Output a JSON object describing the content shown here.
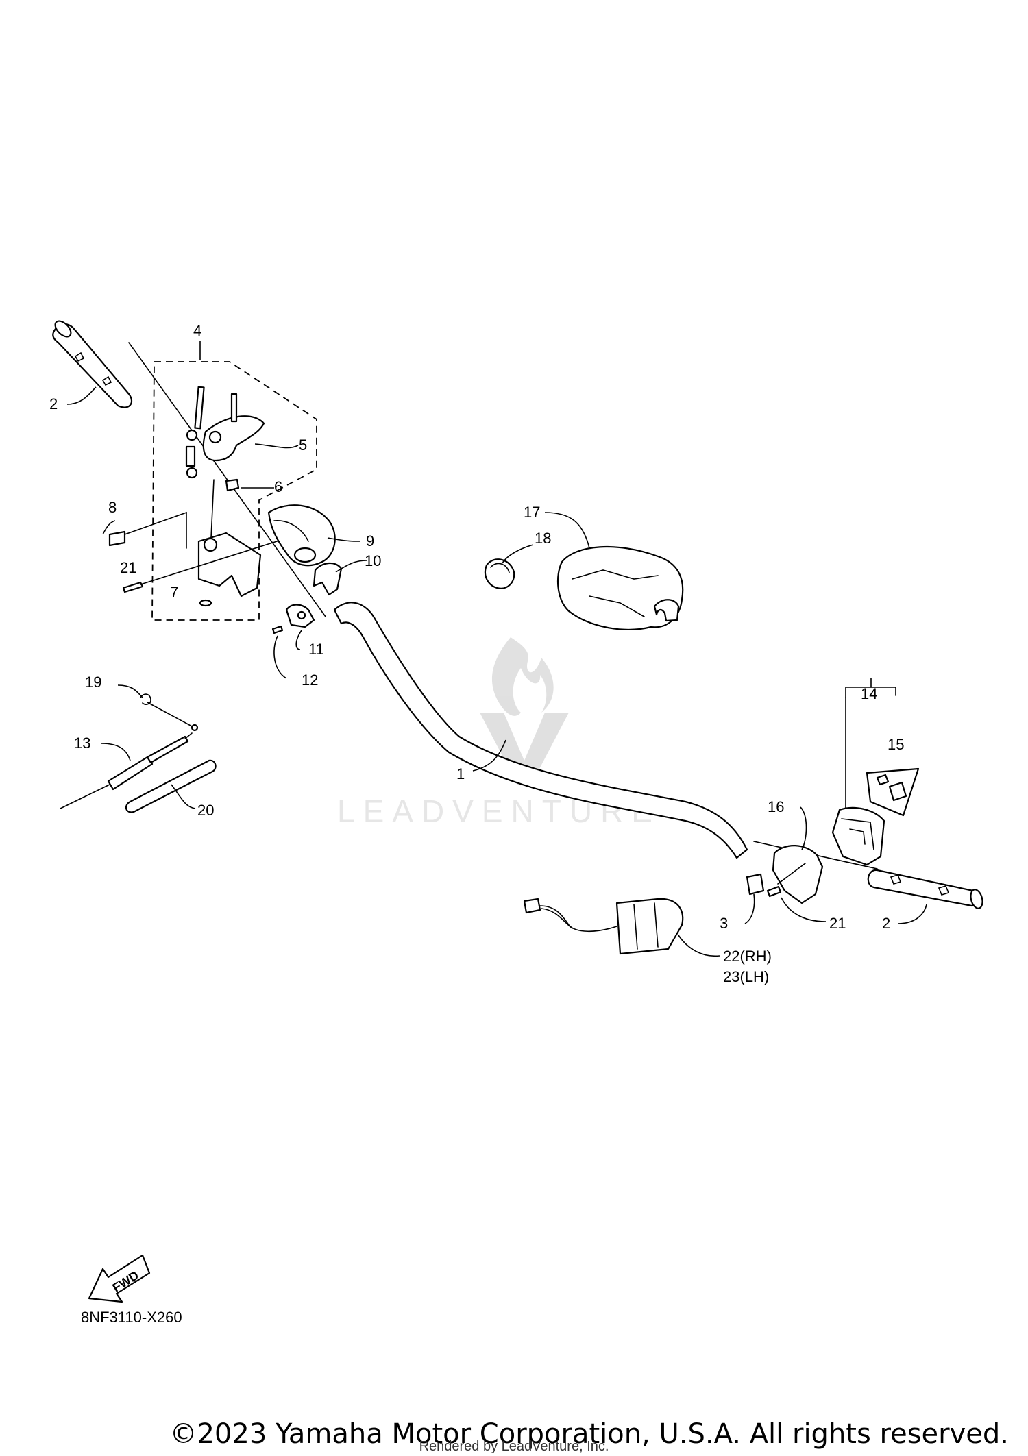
{
  "diagram": {
    "drawing_code": "8NF3110-X260",
    "fwd_label": "FWD",
    "watermark": "LEADVENTURE",
    "callouts": {
      "c1": "1",
      "c2_left": "2",
      "c2_right": "2",
      "c3": "3",
      "c4": "4",
      "c5": "5",
      "c6": "6",
      "c7": "7",
      "c8": "8",
      "c9": "9",
      "c10": "10",
      "c11": "11",
      "c12": "12",
      "c13": "13",
      "c14": "14",
      "c15": "15",
      "c16": "16",
      "c17": "17",
      "c18": "18",
      "c19": "19",
      "c20": "20",
      "c21_left": "21",
      "c21_right": "21",
      "c22": "22(RH)",
      "c23": "23(LH)"
    }
  },
  "footer": {
    "copyright": "©2023 Yamaha Motor Corporation, U.S.A. All rights reserved.",
    "rendered_by": "Rendered by LeadVenture, Inc."
  }
}
